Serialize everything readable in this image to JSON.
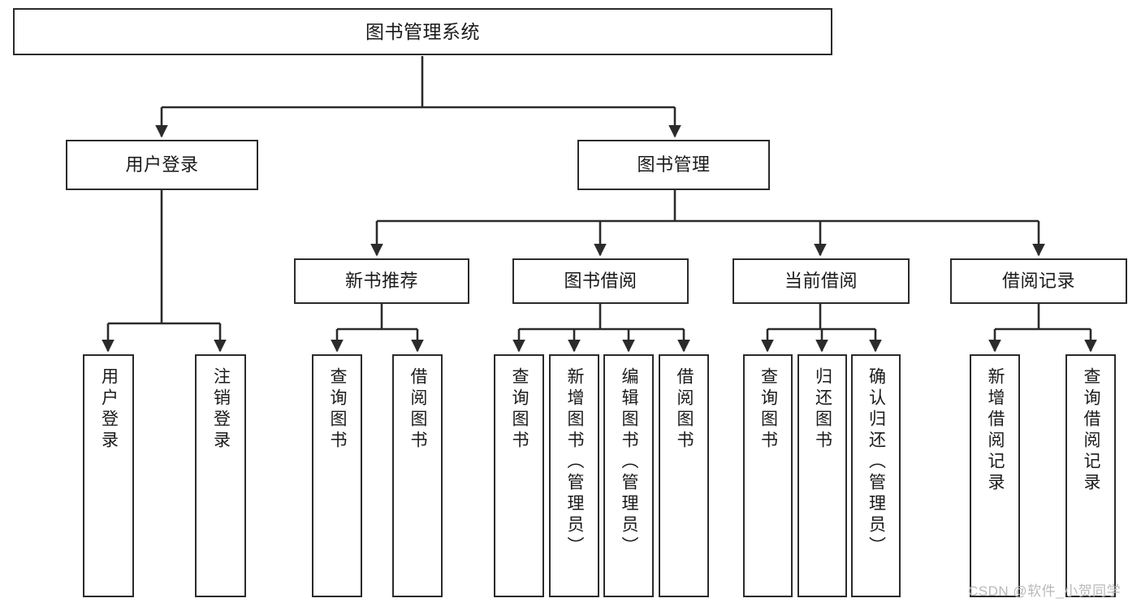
{
  "diagram": {
    "type": "tree-hierarchy-chart",
    "title": "图书管理系统",
    "root": {
      "label": "图书管理系统"
    },
    "level2": [
      {
        "label": "用户登录"
      },
      {
        "label": "图书管理"
      }
    ],
    "level3": [
      {
        "label": "新书推荐"
      },
      {
        "label": "图书借阅"
      },
      {
        "label": "当前借阅"
      },
      {
        "label": "借阅记录"
      }
    ],
    "leaves": {
      "user_login": [
        {
          "label": "用户登录"
        },
        {
          "label": "注销登录"
        }
      ],
      "new_book_recommend": [
        {
          "label": "查询图书"
        },
        {
          "label": "借阅图书"
        }
      ],
      "book_borrow": [
        {
          "label": "查询图书"
        },
        {
          "label": "新增图书（管理员）"
        },
        {
          "label": "编辑图书（管理员）"
        },
        {
          "label": "借阅图书"
        }
      ],
      "current_borrow": [
        {
          "label": "查询图书"
        },
        {
          "label": "归还图书"
        },
        {
          "label": "确认归还（管理员）"
        }
      ],
      "borrow_record": [
        {
          "label": "新增借阅记录"
        },
        {
          "label": "查询借阅记录"
        }
      ]
    }
  },
  "watermark": {
    "text": "CSDN @软件_小贺同学"
  },
  "colors": {
    "background": "#ffffff",
    "border": "#2b2b2b",
    "text": "#1a1a1a",
    "watermark": "#b9b9b9"
  }
}
